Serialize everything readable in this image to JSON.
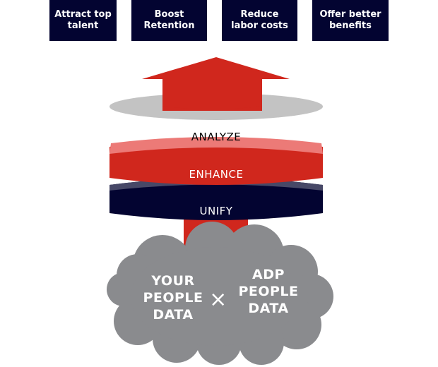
{
  "goals": [
    {
      "label": "Attract top talent"
    },
    {
      "label": "Boost Retention"
    },
    {
      "label": "Reduce labor costs"
    },
    {
      "label": "Offer better benefits"
    }
  ],
  "layers": {
    "analyze": "ANALYZE",
    "enhance": "ENHANCE",
    "unify": "UNIFY"
  },
  "cloud": {
    "left": "YOUR PEOPLE DATA",
    "operator": "×",
    "right": "ADP PEOPLE DATA"
  },
  "colors": {
    "navy": "#030431",
    "red": "#d0271d",
    "light_red": "#ec7a77",
    "gray_disc": "#c3c3c3",
    "cloud_gray": "#8a8b8e",
    "navy_top": "#474867"
  }
}
